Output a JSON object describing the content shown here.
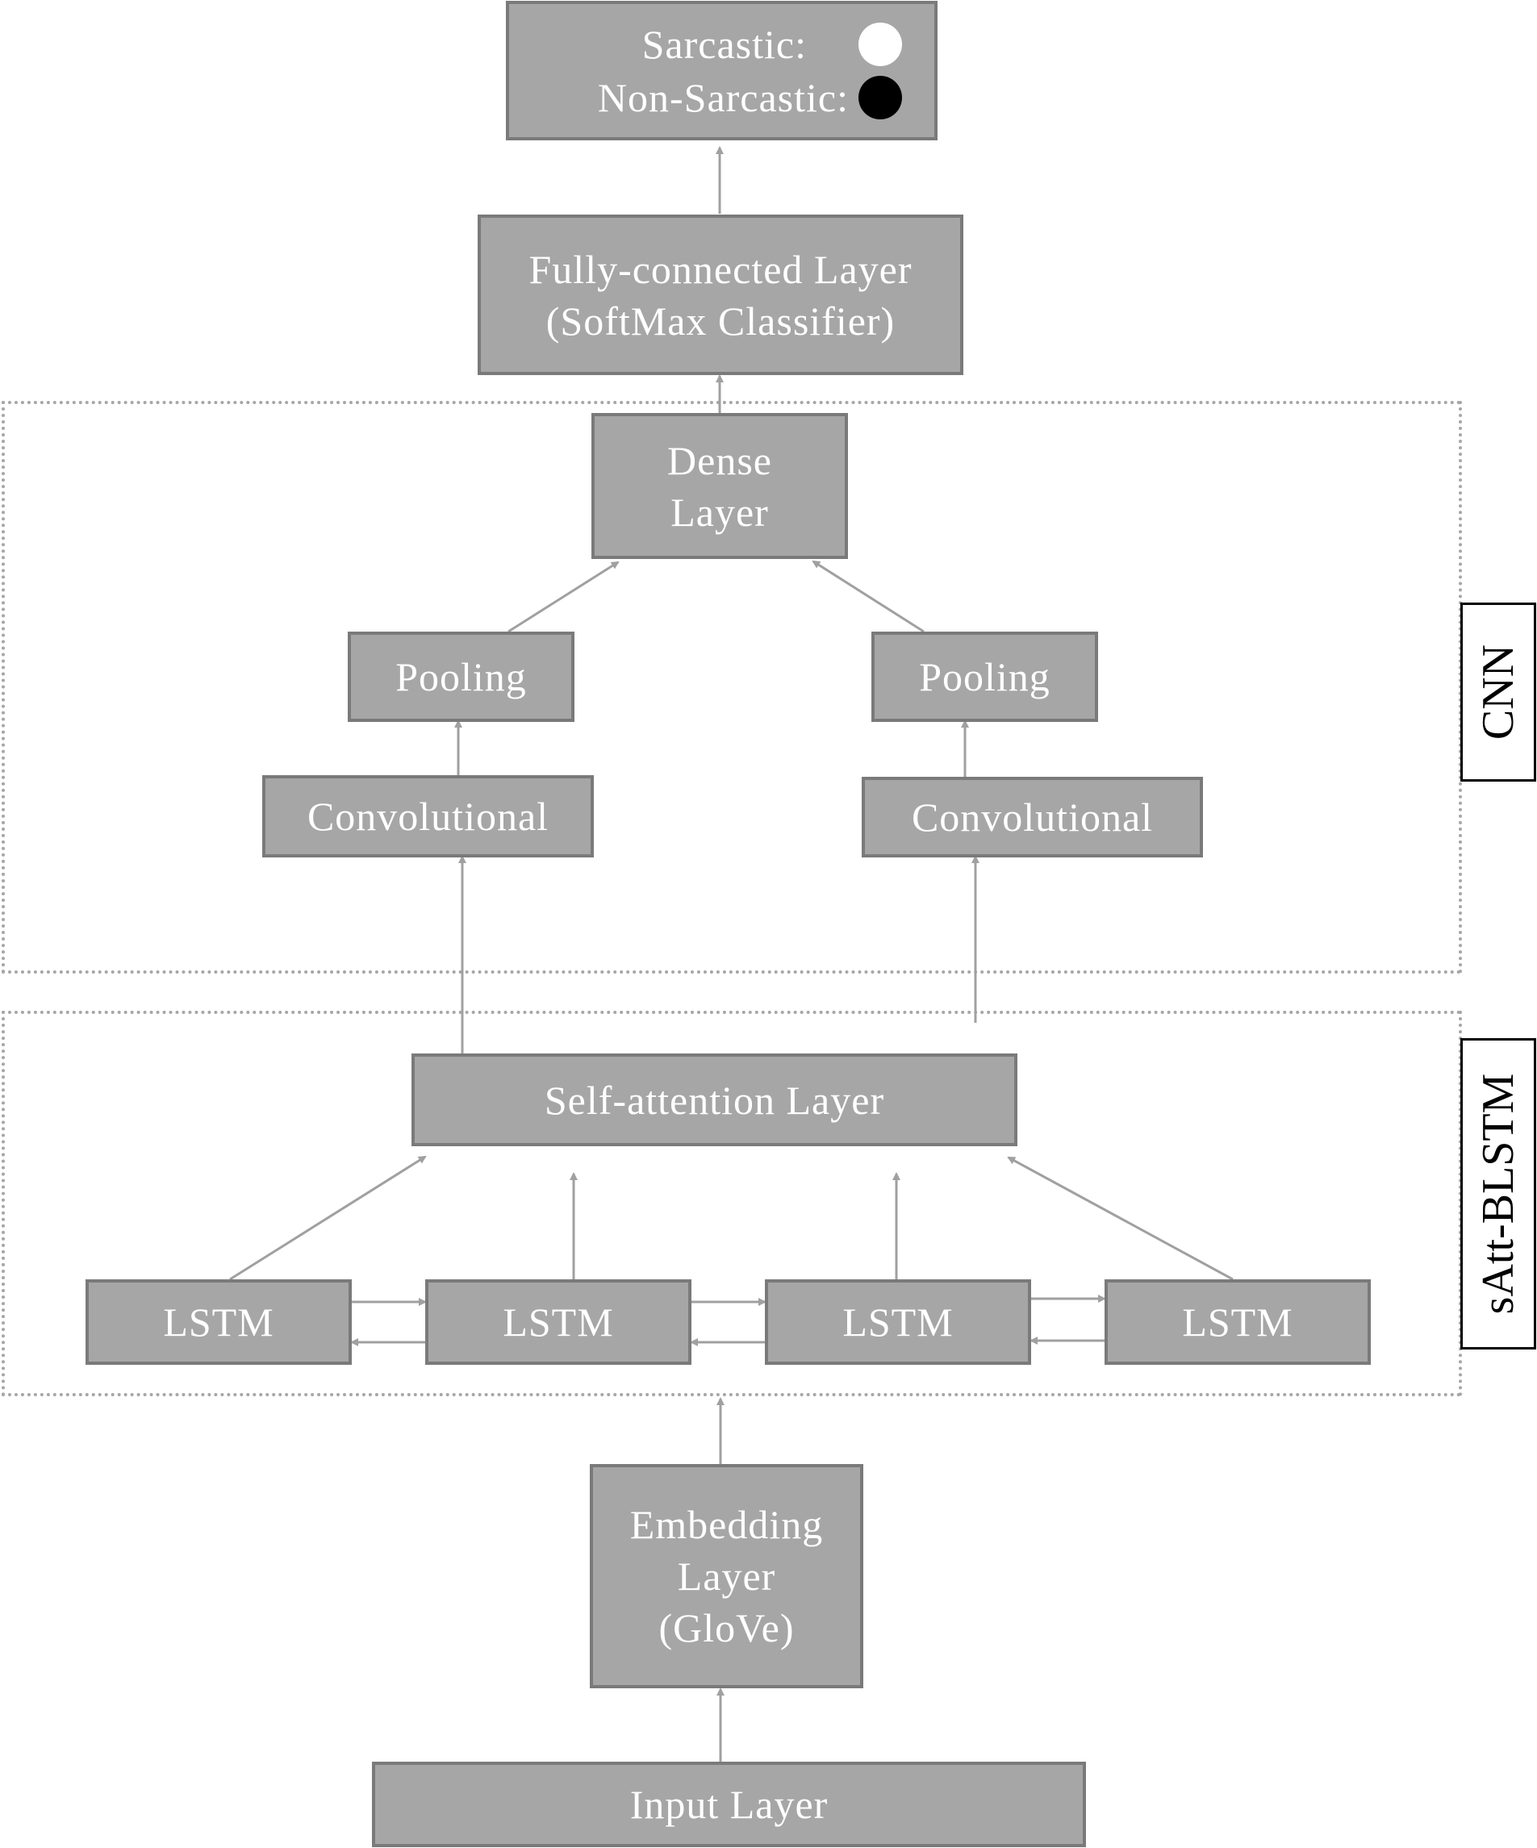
{
  "output": {
    "sarcastic_label": "Sarcastic:",
    "non_sarcastic_label": "Non-Sarcastic:",
    "sarcastic_dot_color": "#ffffff",
    "non_sarcastic_dot_color": "#000000"
  },
  "fully_connected": {
    "line1": "Fully-connected Layer",
    "line2": "(SoftMax Classifier)"
  },
  "cnn": {
    "label": "CNN",
    "dense": {
      "line1": "Dense",
      "line2": "Layer"
    },
    "pooling_left": "Pooling",
    "pooling_right": "Pooling",
    "conv_left": "Convolutional",
    "conv_right": "Convolutional"
  },
  "satt_blstm": {
    "label": "sAtt-BLSTM",
    "self_attention": "Self-attention Layer",
    "lstm": [
      "LSTM",
      "LSTM",
      "LSTM",
      "LSTM"
    ]
  },
  "embedding": {
    "line1": "Embedding",
    "line2": "Layer",
    "line3": "(GloVe)"
  },
  "input": "Input Layer",
  "colors": {
    "box_fill": "#a6a6a6",
    "box_border": "#7a7a7a",
    "arrow": "#a0a0a0",
    "text": "#ffffff"
  }
}
